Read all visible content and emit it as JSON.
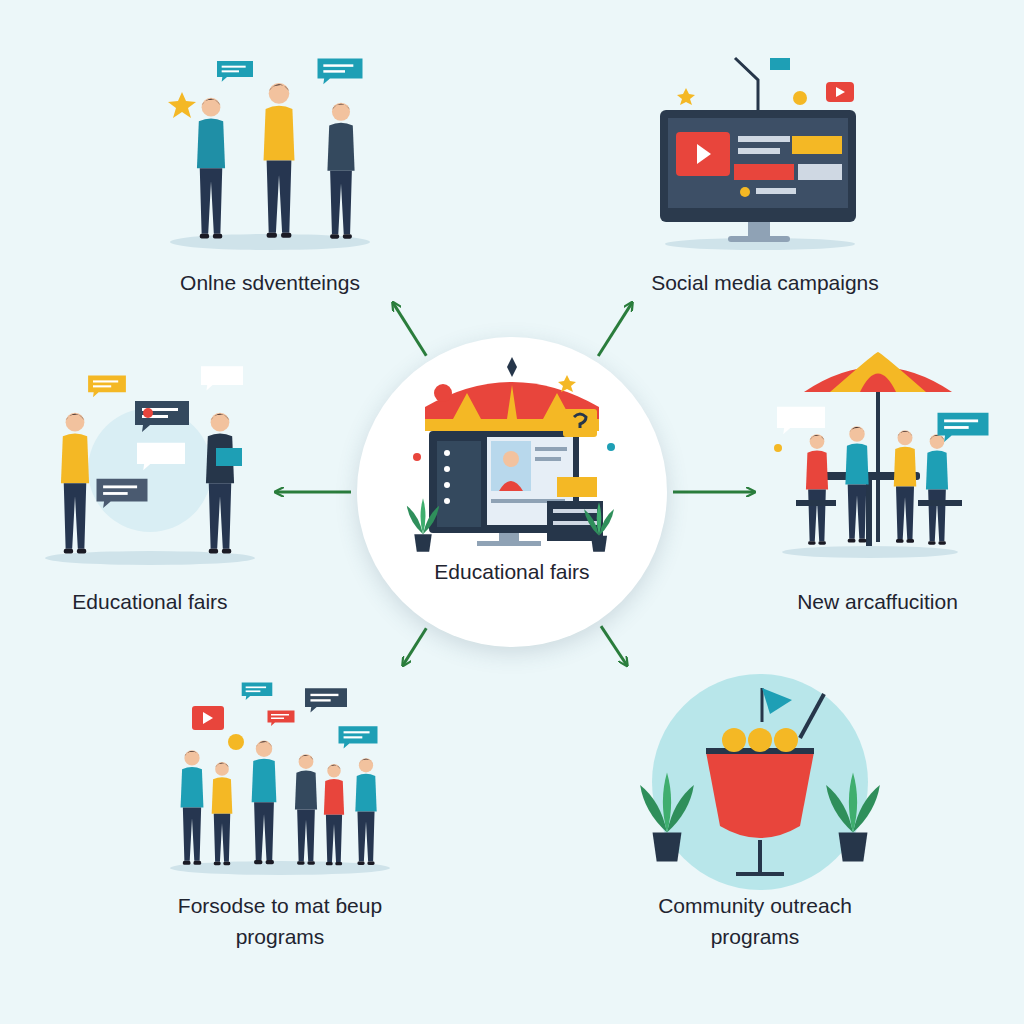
{
  "diagram": {
    "nodes": [
      {
        "text": [
          "Onlne sdventteings"
        ]
      },
      {
        "text": [
          "Social media campaigns"
        ]
      },
      {
        "text": [
          "Educational fairs"
        ]
      },
      {
        "text": [
          "Educational fairs"
        ]
      },
      {
        "text": [
          "New arcaffucition"
        ]
      },
      {
        "text": [
          "Forsodse to mat ɓeup programs"
        ]
      },
      {
        "text": [
          "Community outreach programs"
        ]
      }
    ],
    "edges": [
      {
        "from": 3,
        "to": 0,
        "arrow": "to"
      },
      {
        "from": 3,
        "to": 1,
        "arrow": "to"
      },
      {
        "from": 3,
        "to": 2,
        "arrow": "to"
      },
      {
        "from": 3,
        "to": 4,
        "arrow": "to"
      },
      {
        "from": 3,
        "to": 5,
        "arrow": "to"
      },
      {
        "from": 3,
        "to": 6,
        "arrow": "to"
      }
    ]
  }
}
